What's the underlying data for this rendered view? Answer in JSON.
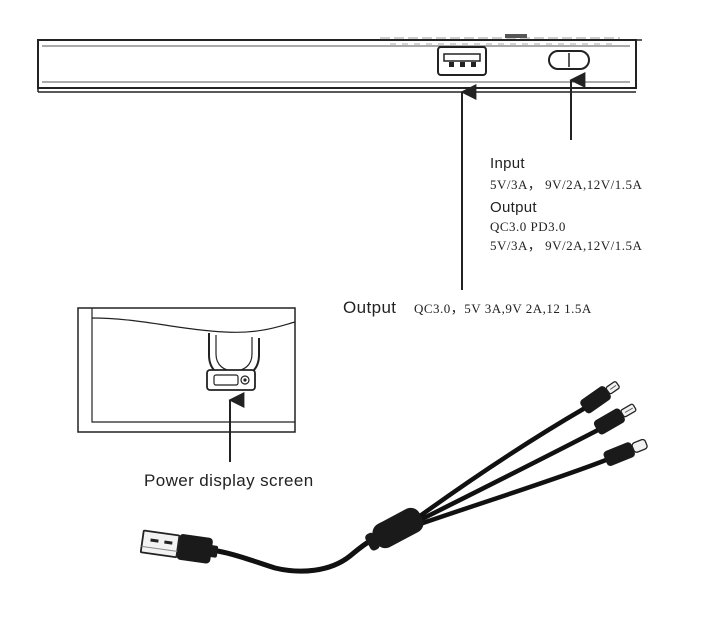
{
  "side_callout": {
    "input_title": "Input",
    "input_spec": "5V/3A， 9V/2A,12V/1.5A",
    "output_title": "Output",
    "output_protocols": "QC3.0 PD3.0",
    "output_spec": "5V/3A， 9V/2A,12V/1.5A"
  },
  "port_callout": {
    "title": "Output",
    "spec": "QC3.0，5V 3A,9V 2A,12 1.5A"
  },
  "screen_callout": {
    "label": "Power display screen"
  },
  "colors": {
    "line": "#222222",
    "cable": "#111111",
    "connector": "#1a1a1a",
    "metal": "#f2f2f2"
  }
}
